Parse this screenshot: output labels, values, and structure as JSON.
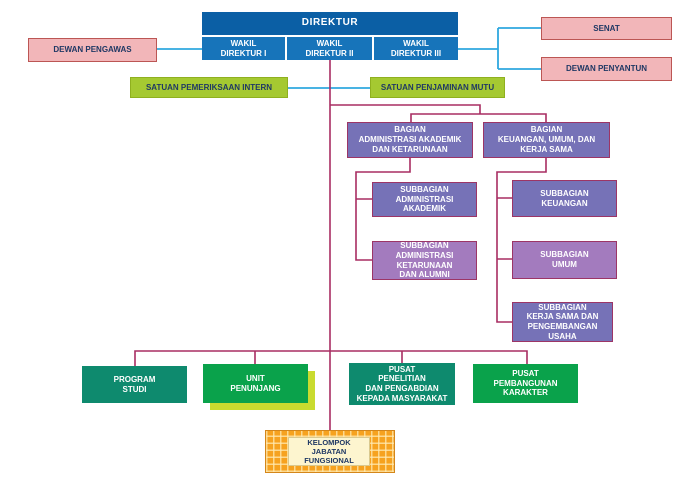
{
  "diagram": {
    "type": "organizational-chart",
    "palette": {
      "direktur_blue": "#0B5FA5",
      "wakil_blue": "#1774BA",
      "advisory_pink": "#F2B6B9",
      "satuan_lime": "#A5C931",
      "bagian_purple": "#7672B7",
      "subbagian_mauve": "#A37BBE",
      "pusat_teal": "#0E8A6E",
      "pusat_green": "#0AA24B",
      "unit_shadow_lime": "#C9DB2F",
      "kelompok_orange": "#F6A21F",
      "kelompok_inner_cream": "#FDF5CF",
      "connector_blue": "#2FA8DF",
      "connector_crimson": "#A82D62",
      "dark_text": "#1F3864"
    },
    "nodes": {
      "direktur": "DIREKTUR",
      "wakil_1": "WAKIL\nDIREKTUR I",
      "wakil_2": "WAKIL\nDIREKTUR II",
      "wakil_3": "WAKIL\nDIREKTUR III",
      "dewan_pengawas": "DEWAN PENGAWAS",
      "senat": "SENAT",
      "dewan_penyantun": "DEWAN PENYANTUN",
      "satuan_pemeriksaan_intern": "SATUAN PEMERIKSAAN INTERN",
      "satuan_penjaminan_mutu": "SATUAN PENJAMINAN MUTU",
      "bagian_adm_akademik": "BAGIAN\nADMINISTRASI AKADEMIK\nDAN KETARUNAAN",
      "bagian_keuangan": "BAGIAN\nKEUANGAN, UMUM, DAN\nKERJA SAMA",
      "subbagian_adm_akademik": "SUBBAGIAN\nADMINISTRASI\nAKADEMIK",
      "subbagian_adm_ketarunaan": "SUBBAGIAN\nADMINISTRASI\nKETARUNAAN\nDAN ALUMNI",
      "subbagian_keuangan": "SUBBAGIAN\nKEUANGAN",
      "subbagian_umum": "SUBBAGIAN\nUMUM",
      "subbagian_kerja_sama": "SUBBAGIAN\nKERJA SAMA DAN\nPENGEMBANGAN\nUSAHA",
      "program_studi": "PROGRAM\nSTUDI",
      "unit_penunjang": "UNIT\nPENUNJANG",
      "pusat_penelitian": "PUSAT\nPENELITIAN\nDAN PENGABDIAN\nKEPADA MASYARAKAT",
      "pusat_pembangunan_karakter": "PUSAT\nPEMBANGUNAN\nKARAKTER",
      "kelompok_jabatan_fungsional": "KELOMPOK\nJABATAN\nFUNGSIONAL"
    }
  }
}
